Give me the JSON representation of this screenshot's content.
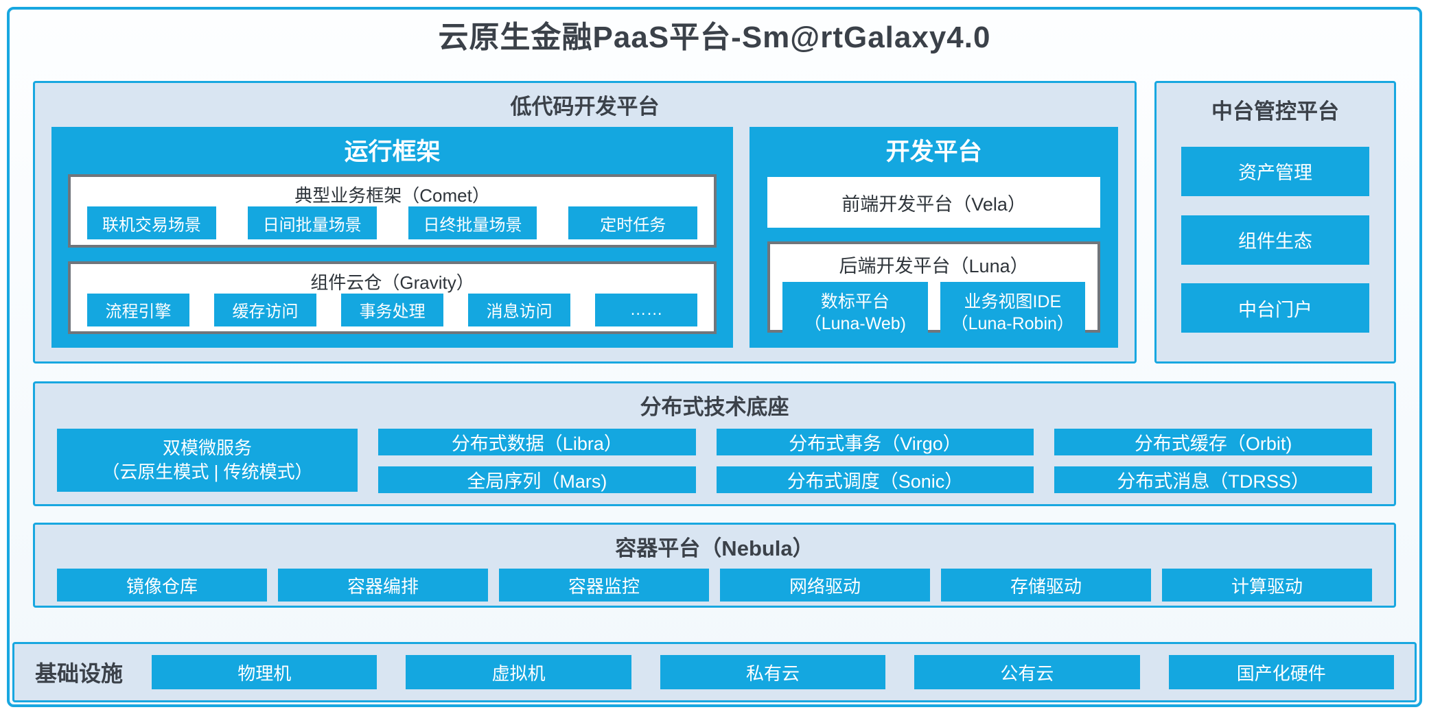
{
  "page": {
    "title": "云原生金融PaaS平台-Sm@rtGalaxy4.0"
  },
  "colors": {
    "accent_cyan": "#14a7e0",
    "panel_background": "#d9e5f2",
    "dark_text": "#3b4149",
    "gray_box_border": "#70757b"
  },
  "low_code": {
    "title": "低代码开发平台",
    "runtime": {
      "title": "运行框架",
      "comet": {
        "title": "典型业务框架（Comet）",
        "items": [
          "联机交易场景",
          "日间批量场景",
          "日终批量场景",
          "定时任务"
        ]
      },
      "gravity": {
        "title": "组件云仓（Gravity）",
        "items": [
          "流程引擎",
          "缓存访问",
          "事务处理",
          "消息访问",
          "……"
        ]
      }
    },
    "dev": {
      "title": "开发平台",
      "vela": "前端开发平台（Vela）",
      "luna": {
        "title": "后端开发平台（Luna）",
        "items": [
          {
            "line1": "数标平台",
            "line2": "（Luna-Web)"
          },
          {
            "line1": "业务视图IDE",
            "line2": "（Luna-Robin）"
          }
        ]
      }
    }
  },
  "midplatform": {
    "title": "中台管控平台",
    "items": [
      "资产管理",
      "组件生态",
      "中台门户"
    ]
  },
  "distributed": {
    "title": "分布式技术底座",
    "dual_mode": {
      "line1": "双模微服务",
      "line2": "（云原生模式 | 传统模式）"
    },
    "columns": [
      [
        "分布式数据（Libra）",
        "全局序列（Mars)"
      ],
      [
        "分布式事务（Virgo）",
        "分布式调度（Sonic）"
      ],
      [
        "分布式缓存（Orbit)",
        "分布式消息（TDRSS）"
      ]
    ]
  },
  "container_platform": {
    "title": "容器平台（Nebula）",
    "items": [
      "镜像仓库",
      "容器编排",
      "容器监控",
      "网络驱动",
      "存储驱动",
      "计算驱动"
    ]
  },
  "infrastructure": {
    "title": "基础设施",
    "items": [
      "物理机",
      "虚拟机",
      "私有云",
      "公有云",
      "国产化硬件"
    ]
  }
}
